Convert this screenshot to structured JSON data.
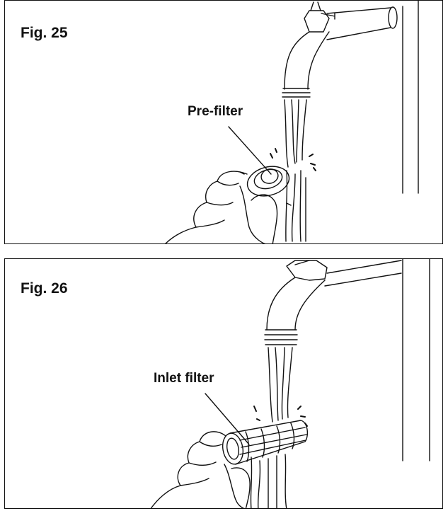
{
  "figures": [
    {
      "label": "Fig. 25",
      "callout": "Pre-filter"
    },
    {
      "label": "Fig. 26",
      "callout": "Inlet filter"
    }
  ],
  "colors": {
    "line": "#111111",
    "background": "#ffffff"
  }
}
